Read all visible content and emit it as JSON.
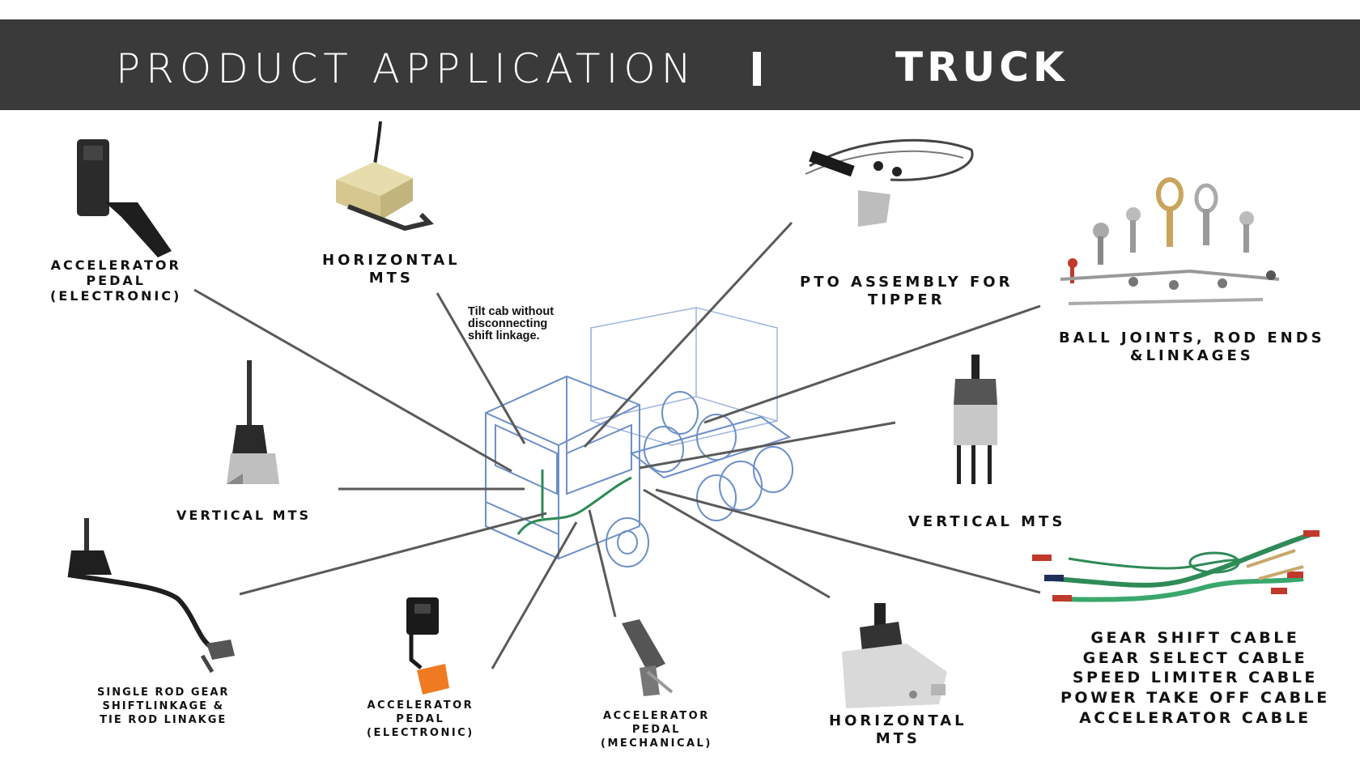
{
  "header": {
    "title": "PRODUCT APPLICATION",
    "separator": "I",
    "subtitle": "TRUCK"
  },
  "note": {
    "lines": [
      "Tilt cab without",
      "disconnecting",
      "shift linkage."
    ]
  },
  "labels": {
    "accelerator_pedal_electronic_top": [
      "ACCELERATOR",
      "PEDAL",
      "(ELECTRONIC)"
    ],
    "horizontal_mts_top": [
      "HORIZONTAL",
      "MTS"
    ],
    "pto_assembly": [
      "PTO ASSEMBLY FOR",
      "TIPPER"
    ],
    "ball_joints": [
      "BALL JOINTS, ROD ENDS",
      "&LINKAGES"
    ],
    "vertical_mts_left": [
      "VERTICAL MTS"
    ],
    "vertical_mts_right": [
      "VERTICAL MTS"
    ],
    "single_rod": [
      "SINGLE ROD GEAR",
      "SHIFTLINKAGE &",
      "TIE ROD LINAKGE"
    ],
    "accelerator_pedal_electronic_bottom": [
      "ACCELERATOR",
      "PEDAL",
      "(ELECTRONIC)"
    ],
    "accelerator_pedal_mechanical": [
      "ACCELERATOR",
      "PEDAL",
      "(MECHANICAL)"
    ],
    "horizontal_mts_bottom": [
      "HORIZONTAL",
      "MTS"
    ],
    "cables": [
      "GEAR SHIFT CABLE",
      "GEAR SELECT CABLE",
      "SPEED LIMITER CABLE",
      "POWER TAKE OFF CABLE",
      "ACCELERATOR CABLE"
    ]
  },
  "colors": {
    "header_bg": "#3a3a3a",
    "pointer": "#5a5a5a",
    "truck_outline": "#6c8fc9",
    "cable_green": "#2e8b57",
    "pedal_orange": "#f07a22"
  }
}
